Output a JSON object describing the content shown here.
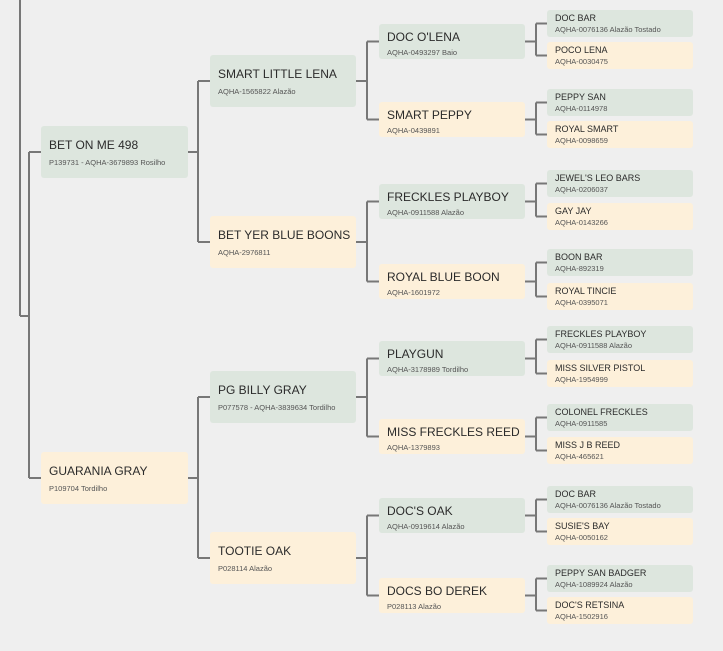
{
  "colors": {
    "sire": "#dde6de",
    "dam": "#fdf0da",
    "line": "#777777",
    "background": "#efefef"
  },
  "pedigree": {
    "gen1": [
      {
        "name": "BET ON ME 498",
        "sub": "P139731 - AQHA-3679893 Rosilho"
      },
      {
        "name": "GUARANIA GRAY",
        "sub": "P109704 Tordilho"
      }
    ],
    "gen2": [
      {
        "name": "SMART LITTLE LENA",
        "sub": "AQHA-1565822 Alazão"
      },
      {
        "name": "BET YER BLUE BOONS",
        "sub": "AQHA-2976811"
      },
      {
        "name": "PG BILLY GRAY",
        "sub": "P077578 - AQHA-3839634 Tordilho"
      },
      {
        "name": "TOOTIE OAK",
        "sub": "P028114 Alazão"
      }
    ],
    "gen3": [
      {
        "name": "DOC O'LENA",
        "sub": "AQHA-0493297 Baio"
      },
      {
        "name": "SMART PEPPY",
        "sub": "AQHA-0439891"
      },
      {
        "name": "FRECKLES PLAYBOY",
        "sub": "AQHA-0911588 Alazão"
      },
      {
        "name": "ROYAL BLUE BOON",
        "sub": "AQHA-1601972"
      },
      {
        "name": "PLAYGUN",
        "sub": "AQHA-3178989 Tordilho"
      },
      {
        "name": "MISS FRECKLES REED",
        "sub": "AQHA-1379893"
      },
      {
        "name": "DOC'S OAK",
        "sub": "AQHA-0919614 Alazão"
      },
      {
        "name": "DOCS BO DEREK",
        "sub": "P028113 Alazão"
      }
    ],
    "gen4": [
      {
        "name": "DOC BAR",
        "sub": "AQHA-0076136 Alazão Tostado"
      },
      {
        "name": "POCO LENA",
        "sub": "AQHA-0030475"
      },
      {
        "name": "PEPPY SAN",
        "sub": "AQHA-0114978"
      },
      {
        "name": "ROYAL SMART",
        "sub": "AQHA-0098659"
      },
      {
        "name": "JEWEL'S LEO BARS",
        "sub": "AQHA-0206037"
      },
      {
        "name": "GAY JAY",
        "sub": "AQHA-0143266"
      },
      {
        "name": "BOON BAR",
        "sub": "AQHA-892319"
      },
      {
        "name": "ROYAL TINCIE",
        "sub": "AQHA-0395071"
      },
      {
        "name": "FRECKLES PLAYBOY",
        "sub": "AQHA-0911588 Alazão"
      },
      {
        "name": "MISS SILVER PISTOL",
        "sub": "AQHA-1954999"
      },
      {
        "name": "COLONEL FRECKLES",
        "sub": "AQHA-0911585"
      },
      {
        "name": "MISS J B REED",
        "sub": "AQHA-465621"
      },
      {
        "name": "DOC BAR",
        "sub": "AQHA-0076136 Alazão Tostado"
      },
      {
        "name": "SUSIE'S BAY",
        "sub": "AQHA-0050162"
      },
      {
        "name": "PEPPY SAN BADGER",
        "sub": "AQHA-1089924 Alazão"
      },
      {
        "name": "DOC'S RETSINA",
        "sub": "AQHA-1502916"
      }
    ]
  }
}
